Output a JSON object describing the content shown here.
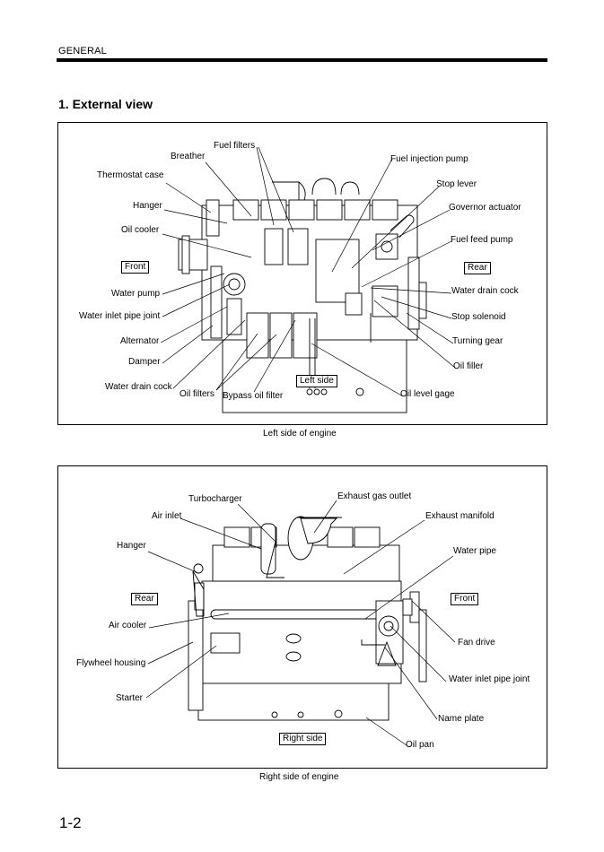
{
  "header": {
    "section_label": "GENERAL"
  },
  "section_title": "1. External view",
  "figures": [
    {
      "caption": "Left side of engine",
      "direction_labels": {
        "front": "Front",
        "rear": "Rear",
        "side": "Left side"
      },
      "callouts": {
        "fuel_filters": "Fuel filters",
        "breather": "Breather",
        "thermostat_case": "Thermostat case",
        "hanger": "Hanger",
        "oil_cooler": "Oil cooler",
        "water_pump": "Water pump",
        "water_inlet_pipe_joint": "Water inlet pipe joint",
        "alternator": "Alternator",
        "damper": "Damper",
        "water_drain_cock_left": "Water drain cock",
        "oil_filters": "Oil filters",
        "bypass_oil_filter": "Bypass oil filter",
        "fuel_injection_pump": "Fuel injection pump",
        "stop_lever": "Stop lever",
        "governor_actuator": "Governor actuator",
        "fuel_feed_pump": "Fuel feed pump",
        "water_drain_cock_right": "Water drain cock",
        "stop_solenoid": "Stop solenoid",
        "turning_gear": "Turning gear",
        "oil_filler": "Oil filler",
        "oil_level_gage": "Oil level gage"
      }
    },
    {
      "caption": "Right side of engine",
      "direction_labels": {
        "rear": "Rear",
        "front": "Front",
        "side": "Right side"
      },
      "callouts": {
        "turbocharger": "Turbocharger",
        "air_inlet": "Air inlet",
        "hanger": "Hanger",
        "air_cooler": "Air cooler",
        "flywheel_housing": "Flywheel housing",
        "starter": "Starter",
        "exhaust_gas_outlet": "Exhaust gas outlet",
        "exhaust_manifold": "Exhaust manifold",
        "water_pipe": "Water pipe",
        "fan_drive": "Fan drive",
        "water_inlet_pipe_joint": "Water inlet pipe joint",
        "name_plate": "Name plate",
        "oil_pan": "Oil pan"
      }
    }
  ],
  "page_number": "1-2"
}
